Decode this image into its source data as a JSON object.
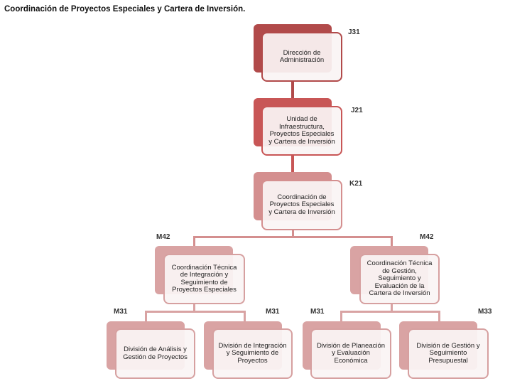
{
  "title": "Coordinación de Proyectos Especiales y Cartera de Inversión.",
  "nodes": [
    {
      "label": "Dirección de Administración",
      "code": "J31"
    },
    {
      "label": "Unidad de Infraestructura, Proyectos Especiales y Cartera de Inversión",
      "code": "J21"
    },
    {
      "label": "Coordinación de Proyectos Especiales y Cartera de Inversión",
      "code": "K21"
    },
    {
      "label": "Coordinación Técnica de Integración y Seguimiento de Proyectos Especiales",
      "code": "M42"
    },
    {
      "label": "Coordinación Técnica de Gestión, Seguimiento y Evaluación de la Cartera de Inversión",
      "code": "M42"
    },
    {
      "label": "División de Análisis y Gestión de Proyectos",
      "code": "M31"
    },
    {
      "label": "División de Integración y Seguimiento de Proyectos",
      "code": "M31"
    },
    {
      "label": "División de Planeación y Evaluación Económica",
      "code": "M31"
    },
    {
      "label": "División de Gestión y Seguimiento Presupuestal",
      "code": "M33"
    }
  ],
  "colors": {
    "level1": "#b14a4a",
    "level2": "#c85656",
    "level3": "#d48f8f",
    "level4": "#d9a3a3"
  }
}
